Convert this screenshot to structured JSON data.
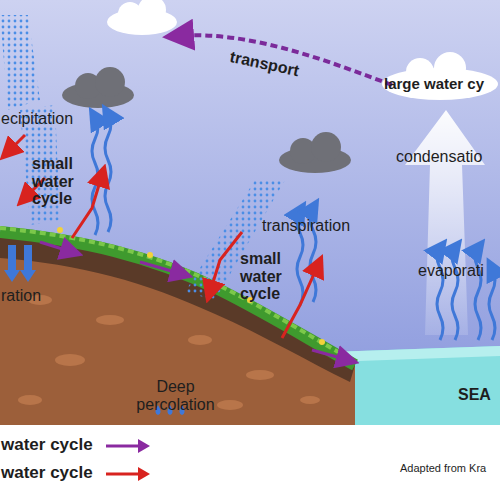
{
  "diagram": {
    "labels": [
      "transport",
      "large water cy",
      "ecipitation",
      "small water cycle",
      "condensatio",
      "transpiration",
      "small water cycle",
      "evaporati",
      "ration",
      "Deep percolation",
      "SEA",
      "Adapted from Kra"
    ],
    "legend": [
      {
        "text": "water cycle"
      },
      {
        "text": "water cycle"
      }
    ]
  }
}
